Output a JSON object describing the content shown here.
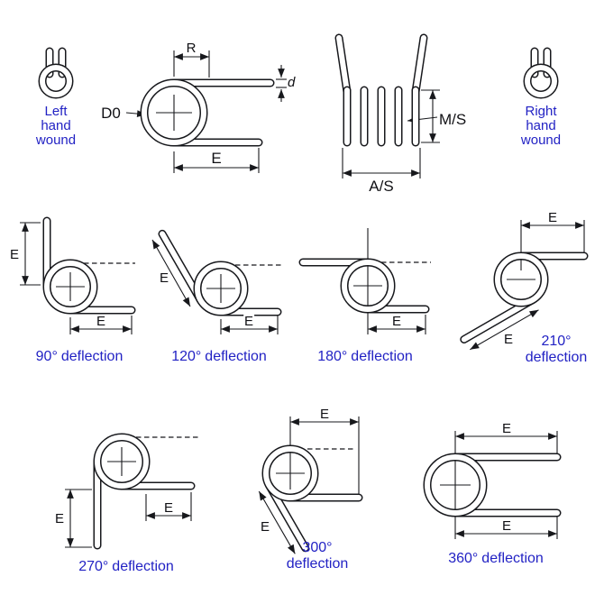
{
  "colors": {
    "line": "#17181c",
    "label_blue": "#2222c4",
    "background": "#ffffff"
  },
  "wound_labels": {
    "left": [
      "Left",
      "hand",
      "wound"
    ],
    "right": [
      "Right",
      "hand",
      "wound"
    ]
  },
  "dimensions": {
    "R": "R",
    "d": "d",
    "D0": "D0",
    "E": "E",
    "MS": "M/S",
    "AS": "A/S"
  },
  "deflections": [
    {
      "angle": "90°",
      "word": "deflection"
    },
    {
      "angle": "120°",
      "word": "deflection"
    },
    {
      "angle": "180°",
      "word": "deflection"
    },
    {
      "angle": "210°",
      "word": "deflection"
    },
    {
      "angle": "270°",
      "word": "deflection"
    },
    {
      "angle": "300°",
      "word": "deflection"
    },
    {
      "angle": "360°",
      "word": "deflection"
    }
  ]
}
